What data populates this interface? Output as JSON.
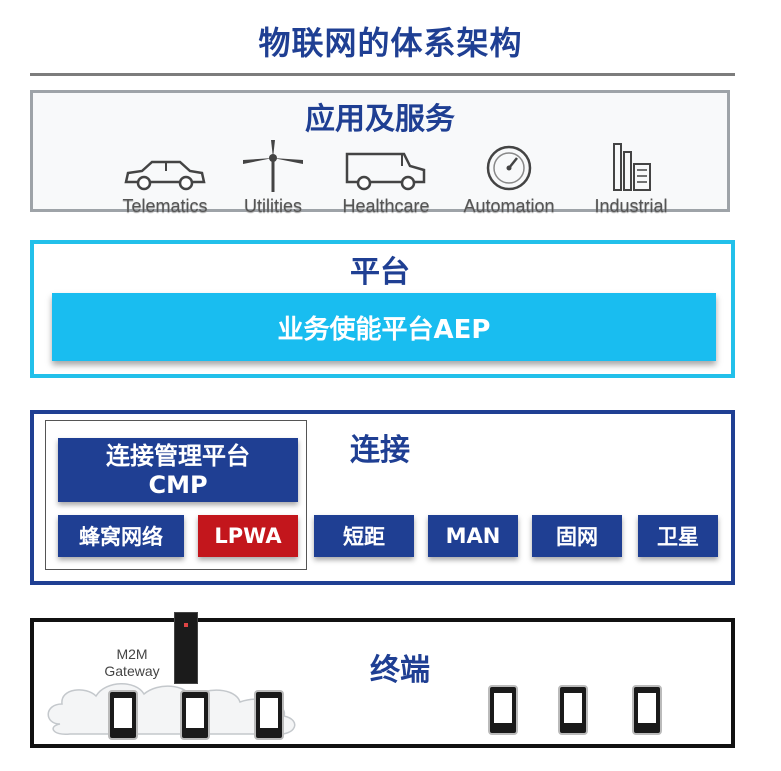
{
  "title": "物联网的体系架构",
  "layers": {
    "application": {
      "label": "应用及服务",
      "items": [
        {
          "label": "Telematics",
          "icon": "car-icon"
        },
        {
          "label": "Utilities",
          "icon": "wind-turbine-icon"
        },
        {
          "label": "Healthcare",
          "icon": "van-icon"
        },
        {
          "label": "Automation",
          "icon": "gauge-icon"
        },
        {
          "label": "Industrial",
          "icon": "factory-icon"
        }
      ]
    },
    "platform": {
      "label": "平台",
      "aep": "业务使能平台AEP"
    },
    "connectivity": {
      "label": "连接",
      "cmp_line1": "连接管理平台",
      "cmp_line2": "CMP",
      "chips": [
        "蜂窝网络",
        "LPWA",
        "短距",
        "MAN",
        "固网",
        "卫星"
      ],
      "highlight_color": "#c3161c"
    },
    "terminal": {
      "label": "终端",
      "gateway_line1": "M2M",
      "gateway_line2": "Gateway"
    }
  },
  "colors": {
    "navy": "#1f3f93",
    "cyan": "#19bdf0",
    "red": "#c3161c"
  }
}
